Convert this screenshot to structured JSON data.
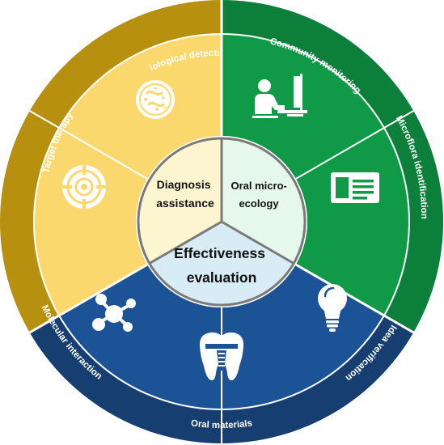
{
  "colors": {
    "gold_outer": "#b8900f",
    "gold_mid": "#fbd86e",
    "gold_center": "#fdf5cf",
    "green_outer": "#0c7f3b",
    "green_mid": "#109a48",
    "green_center": "#e6f7ec",
    "blue_outer": "#163e70",
    "blue_mid": "#1b5396",
    "blue_center": "#d8ecf6",
    "divider": "#ffffff",
    "icon": "#ffffff"
  },
  "center": {
    "diagnosis": [
      "Diagnosis",
      "assistance"
    ],
    "oral_microecology": [
      "Oral micro-",
      "ecology"
    ],
    "effectiveness": [
      "Effectiveness",
      "evaluation"
    ]
  },
  "ring": {
    "etiological_detection": "Etiological detection",
    "target_therapy": "Target therapy",
    "community_monitoring": "Community monitoring",
    "microflora_identification": "Microflora identification",
    "idea_verification": "Idea verification",
    "oral_materials": "Oral materials",
    "molecular_interaction": "Molecular interaction"
  },
  "icons": {
    "etiological_detection": "bacteria-dish-icon",
    "target_therapy": "target-icon",
    "community_monitoring": "person-at-computer-icon",
    "microflora_identification": "id-card-icon",
    "idea_verification": "lightbulb-icon",
    "oral_materials": "dental-crown-icon",
    "molecular_interaction": "molecule-icon"
  }
}
